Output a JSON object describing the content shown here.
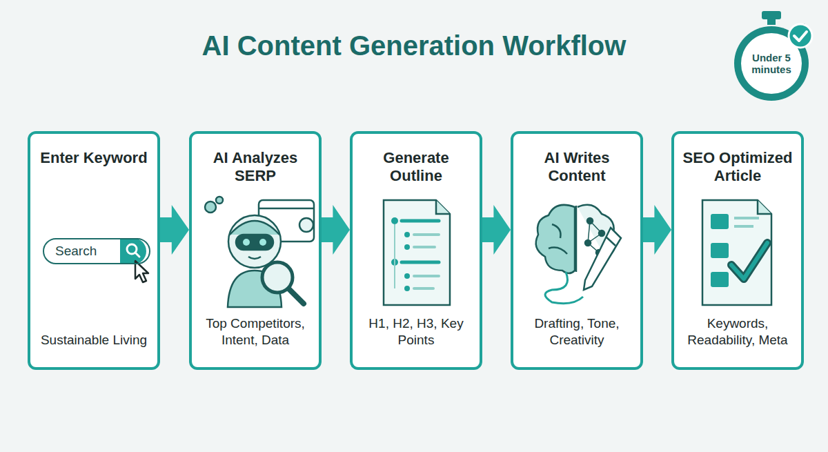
{
  "diagram": {
    "title": "AI Content Generation Workflow",
    "nodes": [
      {
        "text": [
          "Under 5 minutes"
        ]
      },
      {
        "text": [
          "Enter Keyword",
          "Sustainable Living"
        ]
      },
      {
        "text": [
          "Search"
        ],
        "in": 1
      },
      {
        "text": [
          "AI Analyzes SERP",
          "Top Competitors, Intent, Data"
        ]
      },
      {
        "text": [
          "Generate Outline",
          "H1, H2, H3, Key Points"
        ]
      },
      {
        "text": [
          "AI Writes Content",
          "Drafting, Tone, Creativity"
        ]
      },
      {
        "text": [
          "SEO Optimized Article",
          "Keywords, Readability, Meta"
        ]
      }
    ],
    "edges": [
      {
        "from": 1,
        "to": 3,
        "arrow": "to"
      },
      {
        "from": 3,
        "to": 4,
        "arrow": "to"
      },
      {
        "from": 4,
        "to": 5,
        "arrow": "to"
      },
      {
        "from": 5,
        "to": 6,
        "arrow": "to"
      }
    ]
  }
}
